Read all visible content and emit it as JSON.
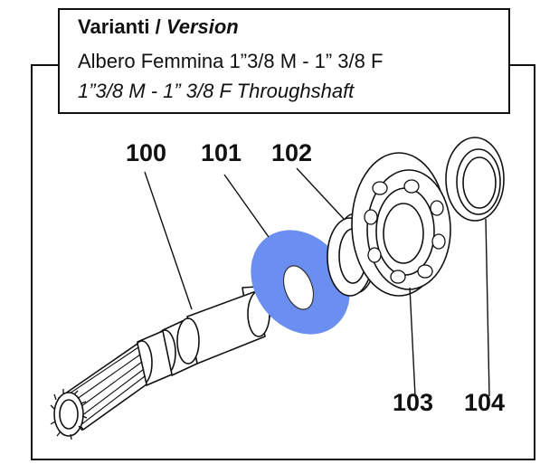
{
  "header": {
    "title_it": "Varianti",
    "title_sep": "/",
    "title_en": "Version",
    "line1": "Albero Femmina  1”3/8 M - 1” 3/8 F",
    "line2": "1”3/8 M - 1” 3/8 F   Throughshaft"
  },
  "parts": [
    {
      "number": "100"
    },
    {
      "number": "101",
      "highlight_color": "#6b8ff0"
    },
    {
      "number": "102"
    },
    {
      "number": "103"
    },
    {
      "number": "104"
    }
  ],
  "colors": {
    "line": "#111111",
    "highlight": "#6b8ff0"
  }
}
